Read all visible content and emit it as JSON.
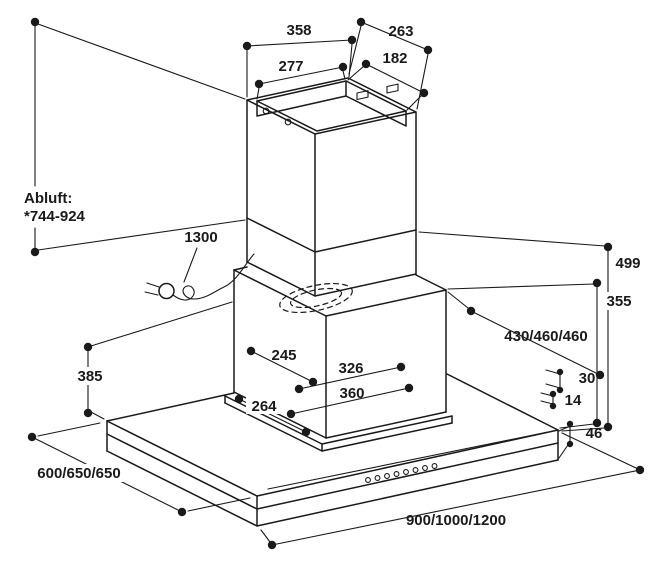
{
  "drawing": {
    "type": "technical-dimension-diagram",
    "subject": "island extractor hood with telescopic chimney duct, power cord and dimension lines",
    "line_color": "#1a1a1a",
    "background_color": "#ffffff",
    "icons": [
      "power-plug-icon"
    ]
  },
  "labels": {
    "chimney_top_width": "358",
    "chimney_top_depth": "263",
    "duct_inner_width": "277",
    "duct_inner_depth": "182",
    "exhaust_line1": "Abluft:",
    "exhaust_line2": "*744-924",
    "cable_length": "1300",
    "height_right_outer": "499",
    "height_right_inner": "355",
    "depth_variants_box": "430/460/460",
    "height_left": "385",
    "box_top_depth": "245",
    "box_top_width": "326",
    "box_base_width": "360",
    "box_base_depth": "264",
    "edge_gap": "30",
    "panel_thickness": "14",
    "canopy_thickness": "46",
    "canopy_depth_variants": "600/650/650",
    "canopy_width_variants": "900/1000/1200"
  }
}
